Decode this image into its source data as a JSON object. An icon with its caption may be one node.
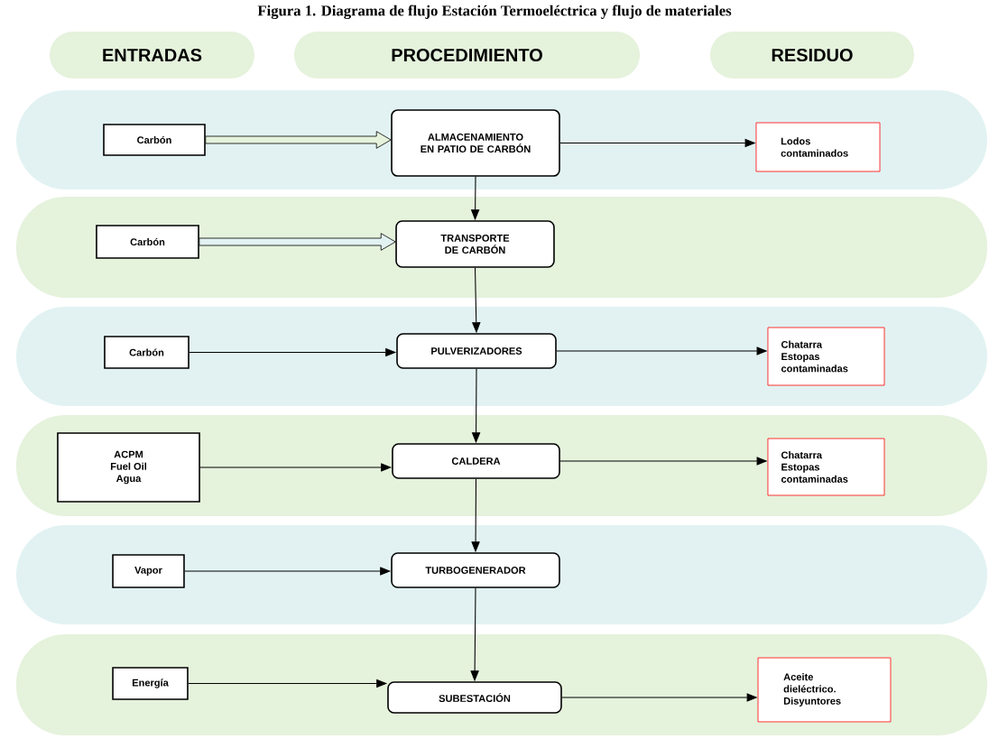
{
  "diagram": {
    "title": "Figura 1. Diagrama de flujo Estación Termoeléctrica y flujo de materiales",
    "nodes": [
      {
        "text": [
          "ENTRADAS"
        ]
      },
      {
        "text": [
          "PROCEDIMIENTO"
        ]
      },
      {
        "text": [
          "RESIDUO"
        ]
      },
      {
        "text": [],
        "shape": "band"
      },
      {
        "text": [
          "Carbón"
        ],
        "in": 3
      },
      {
        "text": [
          "ALMACENAMIENTO EN PATIO DE CARBÓN"
        ],
        "in": 3
      },
      {
        "text": [
          "Lodos contaminados"
        ],
        "in": 3
      },
      {
        "text": [],
        "shape": "band"
      },
      {
        "text": [
          "Carbón"
        ],
        "in": 7
      },
      {
        "text": [
          "TRANSPORTE DE CARBÓN"
        ],
        "in": 7
      },
      {
        "text": [],
        "shape": "band"
      },
      {
        "text": [
          "Carbón"
        ],
        "in": 10
      },
      {
        "text": [
          "PULVERIZADORES"
        ],
        "in": 10
      },
      {
        "text": [
          "Chatarra",
          "Estopas contaminadas"
        ],
        "in": 10
      },
      {
        "text": [],
        "shape": "band"
      },
      {
        "text": [
          "ACPM",
          "Fuel Oil",
          "Agua"
        ],
        "in": 14
      },
      {
        "text": [
          "CALDERA"
        ],
        "in": 14
      },
      {
        "text": [
          "Chatarra",
          "Estopas contaminadas"
        ],
        "in": 14
      },
      {
        "text": [],
        "shape": "band"
      },
      {
        "text": [
          "Vapor"
        ],
        "in": 18
      },
      {
        "text": [
          "TURBOGENERADOR"
        ],
        "in": 18
      },
      {
        "text": [],
        "shape": "band"
      },
      {
        "text": [
          "Energía"
        ],
        "in": 21
      },
      {
        "text": [
          "SUBESTACIÓN"
        ],
        "in": 21
      },
      {
        "text": [
          "Aceite dieléctrico.",
          "Disyuntores"
        ],
        "in": 21
      }
    ],
    "edges": [
      {
        "from": 4,
        "to": 5,
        "arrow": "to",
        "style": "thick",
        "color": "#e5f2dc"
      },
      {
        "from": 5,
        "to": 6,
        "arrow": "to"
      },
      {
        "from": 5,
        "to": 9,
        "arrow": "to"
      },
      {
        "from": 8,
        "to": 9,
        "arrow": "to",
        "style": "thick",
        "color": "#e2f2f2"
      },
      {
        "from": 9,
        "to": 12,
        "arrow": "to"
      },
      {
        "from": 11,
        "to": 12,
        "arrow": "to"
      },
      {
        "from": 12,
        "to": 13,
        "arrow": "to"
      },
      {
        "from": 12,
        "to": 16,
        "arrow": "to"
      },
      {
        "from": 15,
        "to": 16,
        "arrow": "to"
      },
      {
        "from": 16,
        "to": 17,
        "arrow": "to"
      },
      {
        "from": 16,
        "to": 20,
        "arrow": "to"
      },
      {
        "from": 19,
        "to": 20,
        "arrow": "to"
      },
      {
        "from": 20,
        "to": 23,
        "arrow": "to"
      },
      {
        "from": 22,
        "to": 23,
        "arrow": "to"
      },
      {
        "from": 23,
        "to": 24,
        "arrow": "to"
      }
    ]
  }
}
